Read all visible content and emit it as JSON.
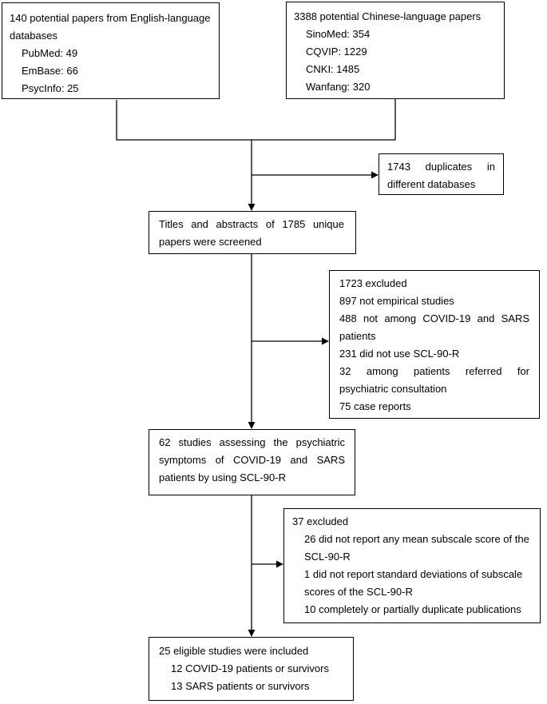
{
  "english": {
    "title_line1": "140 potential papers from English-language",
    "title_line2": "databases",
    "items": [
      "PubMed: 49",
      "EmBase: 66",
      "PsycInfo: 25"
    ]
  },
  "chinese": {
    "title": "3388 potential Chinese-language papers",
    "items": [
      "SinoMed: 354",
      "CQVIP: 1229",
      "CNKI: 1485",
      "Wanfang: 320"
    ]
  },
  "duplicates": {
    "line1": "1743 duplicates in",
    "line2": "different databases"
  },
  "screened": {
    "line1": "Titles and abstracts of 1785 unique",
    "line2": "papers were screened"
  },
  "excluded1": {
    "lines": [
      {
        "text": "1723 excluded",
        "justify": false
      },
      {
        "text": "897 not empirical studies",
        "justify": false
      },
      {
        "text": "488 not among COVID-19 and SARS",
        "justify": true
      },
      {
        "text": "patients",
        "justify": false
      },
      {
        "text": "231 did not use SCL-90-R",
        "justify": false
      },
      {
        "text": "32 among patients referred for",
        "justify": true
      },
      {
        "text": "psychiatric consultation",
        "justify": false
      },
      {
        "text": "75 case reports",
        "justify": false
      }
    ]
  },
  "assessing": {
    "line1": "62 studies assessing the psychiatric",
    "line2": "symptoms of COVID-19 and SARS",
    "line3": "patients by using SCL-90-R"
  },
  "excluded2": {
    "title": "37 excluded",
    "lines": [
      {
        "text": "26 did not report any mean subscale score of the",
        "indent": true
      },
      {
        "text": "SCL-90-R",
        "indent": true
      },
      {
        "text": "1 did not report standard deviations of subscale",
        "indent": true
      },
      {
        "text": "scores of the SCL-90-R",
        "indent": true
      },
      {
        "text": "10 completely or partially duplicate publications",
        "indent": true
      }
    ]
  },
  "eligible": {
    "title": "25 eligible studies were included",
    "items": [
      "12 COVID-19 patients or survivors",
      "13 SARS patients or survivors"
    ]
  }
}
